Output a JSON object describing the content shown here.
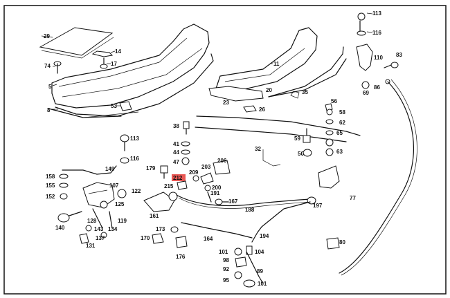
{
  "colors": {
    "highlight": "#e53935",
    "line": "#111111",
    "background": "#ffffff"
  },
  "callouts": [
    {
      "id": "c113a",
      "text": "113"
    },
    {
      "id": "c116a",
      "text": "116"
    },
    {
      "id": "c110",
      "text": "110"
    },
    {
      "id": "c83",
      "text": "83"
    },
    {
      "id": "c69",
      "text": "69"
    },
    {
      "id": "c86",
      "text": "86"
    },
    {
      "id": "c29",
      "text": "29"
    },
    {
      "id": "c14",
      "text": "14"
    },
    {
      "id": "c74",
      "text": "74"
    },
    {
      "id": "c17",
      "text": "17"
    },
    {
      "id": "c5",
      "text": "5"
    },
    {
      "id": "c8",
      "text": "8"
    },
    {
      "id": "c53",
      "text": "53"
    },
    {
      "id": "c11",
      "text": "11"
    },
    {
      "id": "c20",
      "text": "20"
    },
    {
      "id": "c23",
      "text": "23"
    },
    {
      "id": "c26",
      "text": "26"
    },
    {
      "id": "c35",
      "text": "35"
    },
    {
      "id": "c56",
      "text": "56"
    },
    {
      "id": "c58",
      "text": "58"
    },
    {
      "id": "c62",
      "text": "62"
    },
    {
      "id": "c65",
      "text": "65"
    },
    {
      "id": "c63",
      "text": "63"
    },
    {
      "id": "c38",
      "text": "38"
    },
    {
      "id": "c59",
      "text": "59"
    },
    {
      "id": "c50",
      "text": "50"
    },
    {
      "id": "c41",
      "text": "41"
    },
    {
      "id": "c44",
      "text": "44"
    },
    {
      "id": "c47",
      "text": "47"
    },
    {
      "id": "c32",
      "text": "32"
    },
    {
      "id": "c113b",
      "text": "113"
    },
    {
      "id": "c116b",
      "text": "116"
    },
    {
      "id": "c149",
      "text": "149"
    },
    {
      "id": "c158",
      "text": "158"
    },
    {
      "id": "c155",
      "text": "155"
    },
    {
      "id": "c152",
      "text": "152"
    },
    {
      "id": "c107",
      "text": "107"
    },
    {
      "id": "c122",
      "text": "122"
    },
    {
      "id": "c125",
      "text": "125"
    },
    {
      "id": "c128",
      "text": "128"
    },
    {
      "id": "c119",
      "text": "119"
    },
    {
      "id": "c140",
      "text": "140"
    },
    {
      "id": "c143",
      "text": "143"
    },
    {
      "id": "c134",
      "text": "134"
    },
    {
      "id": "c137",
      "text": "137"
    },
    {
      "id": "c131",
      "text": "131"
    },
    {
      "id": "c179",
      "text": "179"
    },
    {
      "id": "c212",
      "text": "212"
    },
    {
      "id": "c209",
      "text": "209"
    },
    {
      "id": "c203",
      "text": "203"
    },
    {
      "id": "c206",
      "text": "206"
    },
    {
      "id": "c215",
      "text": "215"
    },
    {
      "id": "c200",
      "text": "200"
    },
    {
      "id": "c191",
      "text": "191"
    },
    {
      "id": "c167",
      "text": "167"
    },
    {
      "id": "c161",
      "text": "161"
    },
    {
      "id": "c188",
      "text": "188"
    },
    {
      "id": "c197",
      "text": "197"
    },
    {
      "id": "c77",
      "text": "77"
    },
    {
      "id": "c173",
      "text": "173"
    },
    {
      "id": "c170",
      "text": "170"
    },
    {
      "id": "c176",
      "text": "176"
    },
    {
      "id": "c164",
      "text": "164"
    },
    {
      "id": "c194",
      "text": "194"
    },
    {
      "id": "c101a",
      "text": "101"
    },
    {
      "id": "c104",
      "text": "104"
    },
    {
      "id": "c98",
      "text": "98"
    },
    {
      "id": "c92",
      "text": "92"
    },
    {
      "id": "c95",
      "text": "95"
    },
    {
      "id": "c101b",
      "text": "101"
    },
    {
      "id": "c89",
      "text": "89"
    },
    {
      "id": "c80",
      "text": "80"
    }
  ]
}
